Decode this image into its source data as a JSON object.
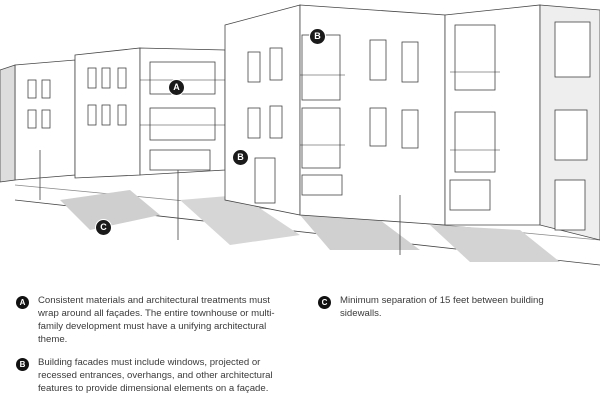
{
  "illustration": {
    "markers": [
      {
        "id": "A",
        "label": "A"
      },
      {
        "id": "B1",
        "label": "B"
      },
      {
        "id": "B2",
        "label": "B"
      },
      {
        "id": "C",
        "label": "C"
      }
    ]
  },
  "notes": [
    {
      "badge": "A",
      "text": "Consistent materials and architectural treatments must wrap around all façades. The entire townhouse or multi-family development must have a unifying architectural theme."
    },
    {
      "badge": "B",
      "text": "Building facades must include windows, projected or recessed entrances, overhangs, and other architectural features to provide dimensional elements on a façade."
    },
    {
      "badge": "C",
      "text": "Minimum separation of 15 feet between building sidewalls."
    }
  ]
}
